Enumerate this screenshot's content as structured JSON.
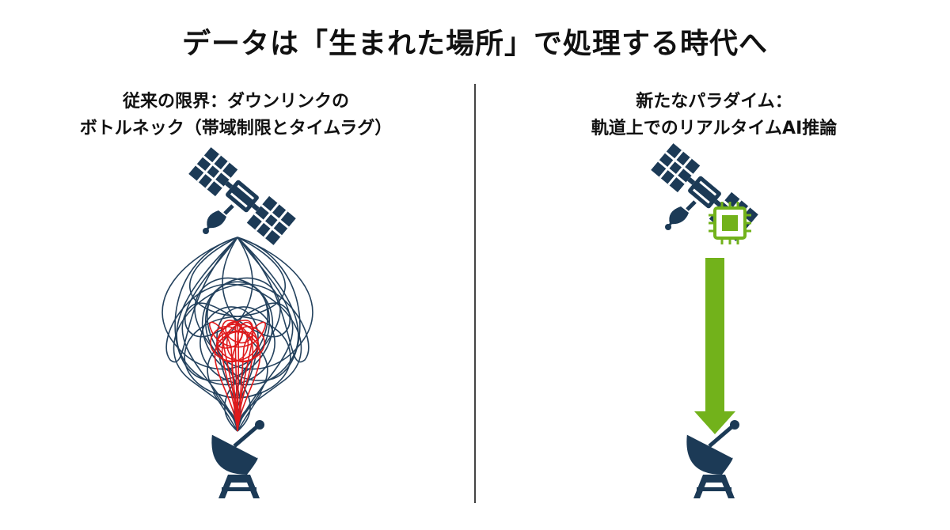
{
  "title": "データは「生まれた場所」で処理する時代へ",
  "left": {
    "heading_line1": "従来の限界：ダウンリンクの",
    "heading_line2": "ボトルネック（帯域制限とタイムラグ）"
  },
  "right": {
    "heading_line1": "新たなパラダイム：",
    "heading_line2": "軌道上でのリアルタイムAI推論"
  },
  "colors": {
    "navy": "#1c3a56",
    "tangle": "#24425e",
    "red": "#e0191b",
    "green": "#72b21b",
    "divider": "#444444"
  },
  "icons": {
    "satellite": "satellite-icon",
    "dish": "ground-antenna-icon",
    "chip": "ai-chip-icon",
    "arrow": "downlink-arrow-icon"
  }
}
